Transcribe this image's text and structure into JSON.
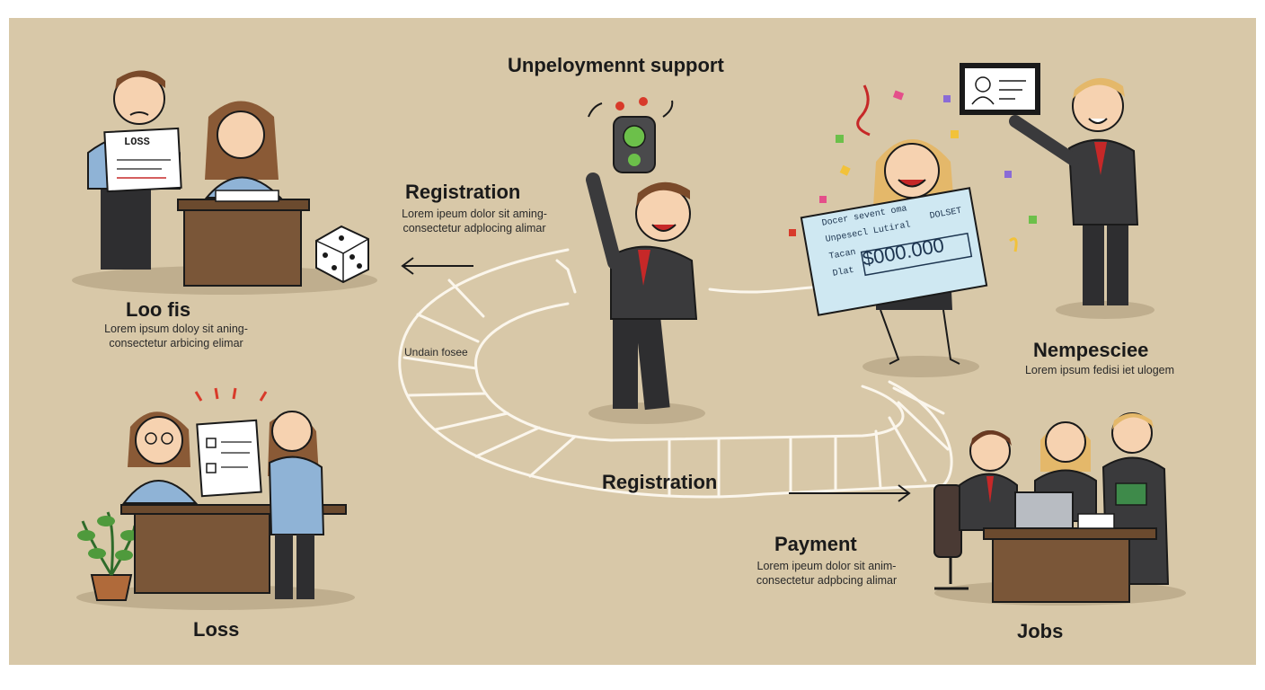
{
  "title": "Unpeloymennt support",
  "stages": {
    "loss_top": {
      "heading": "Loo fis",
      "caption_lines": [
        "Lorem ipsum doloy sit aning-",
        "consectetur arbicing elimar"
      ],
      "document_label": "LOSS"
    },
    "registration_top": {
      "heading": "Registration",
      "caption_lines": [
        "Lorem ipeum dolor sit aming-",
        "consectetur adplocing alimar"
      ]
    },
    "newspecie": {
      "heading": "Nempesciee",
      "caption_lines": [
        "Lorem ipsum fedisi iet ulogem"
      ]
    },
    "loss_bottom": {
      "heading": "Loss"
    },
    "registration_bottom": {
      "heading": "Registration"
    },
    "payment": {
      "heading": "Payment",
      "caption_lines": [
        "Lorem ipeum dolor sit anim-",
        "consectetur adpbcing alimar"
      ]
    },
    "jobs": {
      "heading": "Jobs"
    }
  },
  "path_label": "Undain fosee",
  "check": {
    "line1": "Docer sevent oma",
    "line2": "Unpesecl Lutiral",
    "line3": "Tacan",
    "line4": "Dlat",
    "corner": "DOLSET",
    "amount": "$000.000"
  },
  "colors": {
    "background": "#d8c8a8",
    "path": "#fbf6ec",
    "suit": "#3a3a3c",
    "tie": "#c62828",
    "desk": "#7a5638",
    "check": "#cfe8f2",
    "traffic_green": "#6cc04a"
  }
}
